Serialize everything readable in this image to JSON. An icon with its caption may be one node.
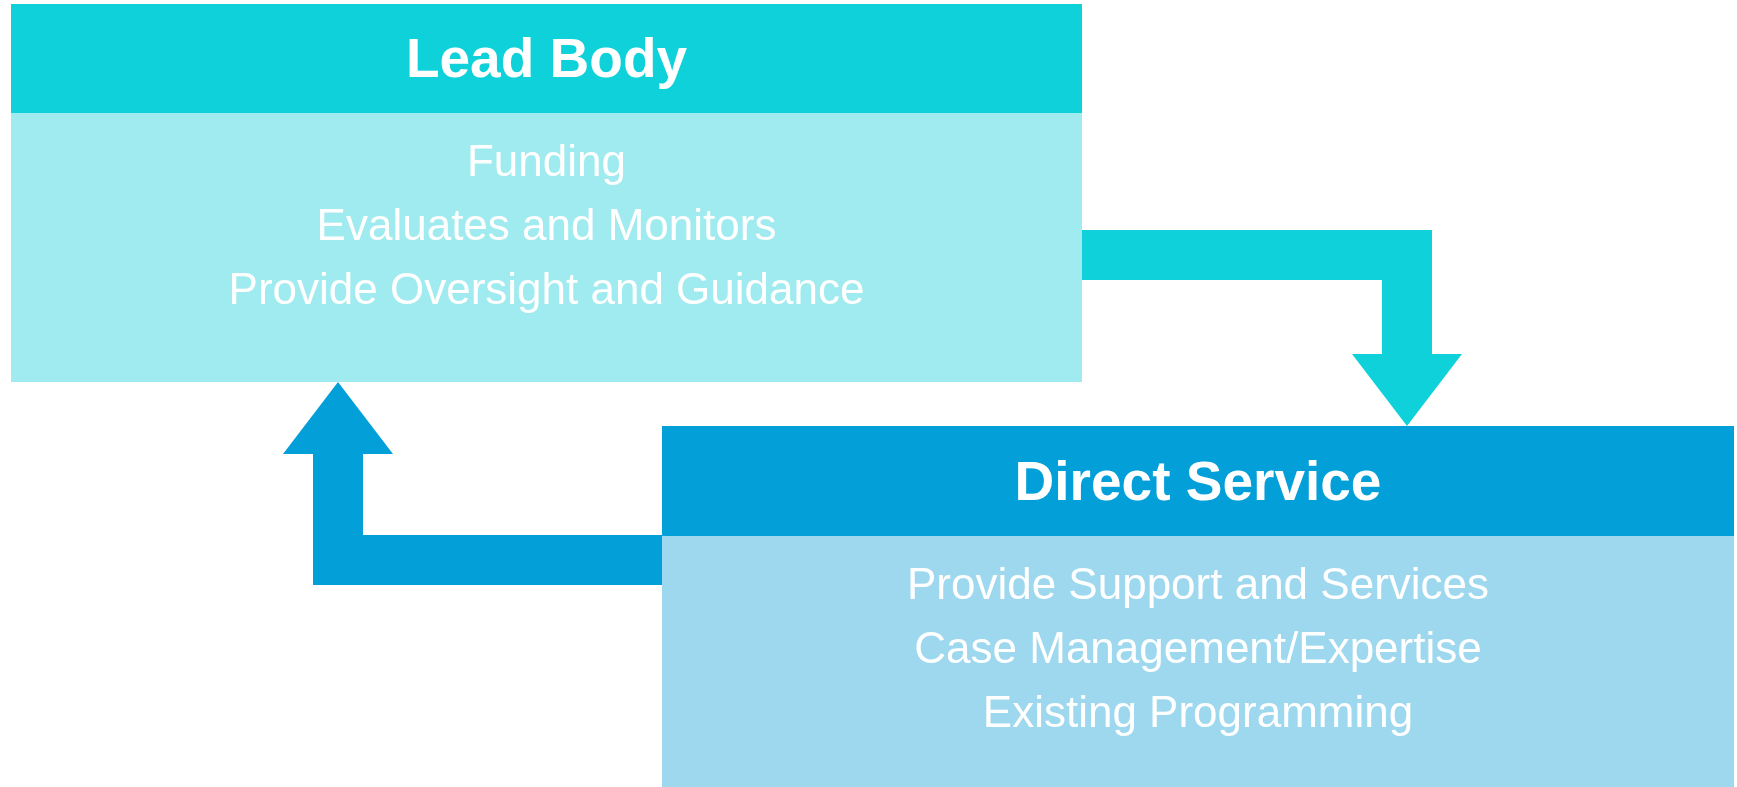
{
  "diagram": {
    "nodes": [
      {
        "text": [
          "Lead Body",
          "Funding",
          "Evaluates and Monitors",
          "Provide Oversight and Guidance"
        ]
      },
      {
        "text": [
          "Direct Service",
          "Provide Support and Services",
          "Case Management/Expertise",
          "Existing Programming"
        ]
      }
    ],
    "edges": [
      {
        "from": 0,
        "to": 1,
        "arrow": "to",
        "color": "#0fd1d9"
      },
      {
        "from": 1,
        "to": 0,
        "arrow": "to",
        "color": "#039fd9"
      }
    ]
  }
}
